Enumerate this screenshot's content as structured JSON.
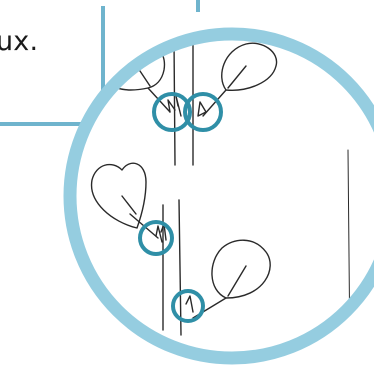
{
  "caption": {
    "text": "ux."
  },
  "colors": {
    "frame_line": "#6fb4cd",
    "ring": "#95cde0",
    "highlight": "#2f8fa7",
    "sketch": "#2a2a2a"
  },
  "figure": {
    "type": "botanical sketch",
    "icons": [
      "leaf-icon",
      "stem-icon",
      "bud-icon"
    ],
    "highlighted_axils": 4
  }
}
